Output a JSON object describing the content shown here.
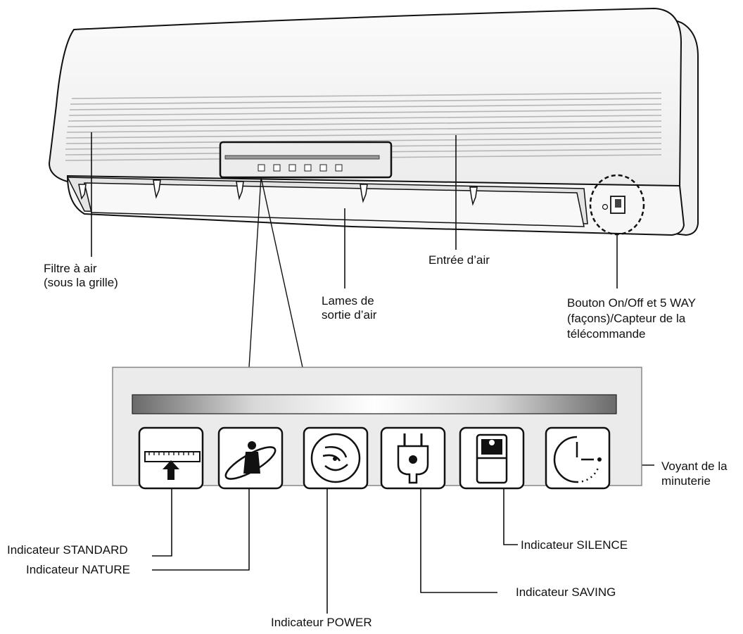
{
  "labels": {
    "air_filter": [
      "Filtre à air",
      "(sous la grille)"
    ],
    "air_intake": [
      "Entrée d’air"
    ],
    "outlet_louvres": [
      "Lames de",
      "sortie d’air"
    ],
    "onoff_button": [
      "Bouton On/Off et 5 WAY",
      "(façons)/Capteur de la",
      "télécommande"
    ],
    "timer_lamp": [
      "Voyant de la",
      "minuterie"
    ],
    "standard": "Indicateur STANDARD",
    "nature": "Indicateur NATURE",
    "power": "Indicateur POWER",
    "saving": "Indicateur SAVING",
    "silence": "Indicateur SILENCE"
  },
  "colors": {
    "line": "#111111",
    "panel_bg": "#ebebeb",
    "unit_body": "#f4f4f4"
  },
  "icons": [
    "standard-icon",
    "nature-icon",
    "power-icon",
    "saving-icon",
    "silence-icon",
    "timer-icon"
  ]
}
